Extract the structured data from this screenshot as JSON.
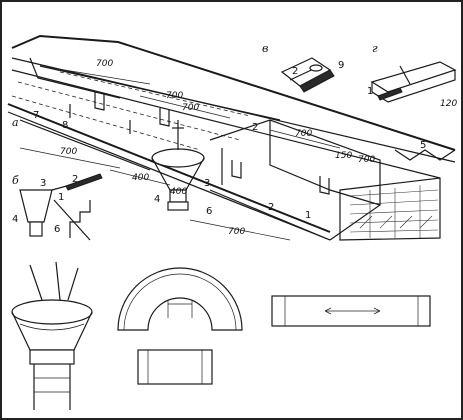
{
  "figure": {
    "panel_labels": {
      "a": "а",
      "b": "б",
      "v": "в",
      "g": "г"
    },
    "dimensions": {
      "d700_1": "700",
      "d700_2": "700",
      "d700_3": "700",
      "d700_4": "700",
      "d700_5": "700",
      "d700_6": "700",
      "d700_7": "700",
      "d400_1": "400",
      "d400_2": "400",
      "d150": "150",
      "d120": "120"
    },
    "callouts": {
      "n1": "1",
      "n2": "2",
      "n3": "3",
      "n4": "4",
      "n5": "5",
      "n6": "6",
      "n7": "7",
      "n8": "8",
      "n9": "9",
      "b_n1": "1",
      "b_n2": "2",
      "b_n3": "3",
      "b_n4": "4",
      "b_n6": "6",
      "v_n2": "2",
      "v_n9": "9",
      "g_n1": "1",
      "a_n2": "2",
      "a_n4": "4",
      "a_n6": "6",
      "a_n3": "3",
      "a_n2b": "2"
    }
  }
}
